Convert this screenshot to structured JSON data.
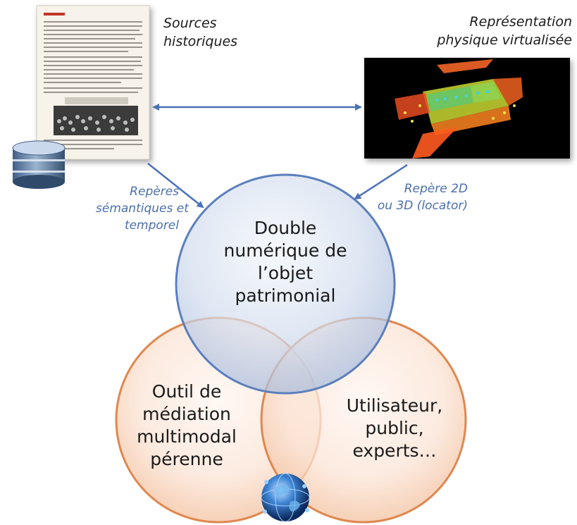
{
  "labels": {
    "sources": [
      "Sources",
      "historiques"
    ],
    "representation": [
      "Représentation",
      "physique virtualisée"
    ],
    "reperes_semantiques": [
      "Repères",
      "sémantiques et",
      "temporel"
    ],
    "repere_2d3d": [
      "Repère 2D",
      "ou 3D (locator)"
    ]
  },
  "circles": {
    "top": [
      "Double",
      "numérique de",
      "l’objet",
      "patrimonial"
    ],
    "left": [
      "Outil de",
      "médiation",
      "multimodal",
      "pérenne"
    ],
    "right": [
      "Utilisateur,",
      "public,",
      "experts…"
    ]
  },
  "icons": {
    "database": "database-icon",
    "globe": "globe-icon",
    "document": "historical-document-thumbnail",
    "pointcloud": "3d-point-cloud-thumbnail"
  },
  "colors": {
    "blue_circle_fill": "#c9d6ea",
    "blue_circle_stroke": "#5b7fbd",
    "orange_circle_fill": "#f8dcc9",
    "orange_circle_stroke": "#e0874f",
    "arrow": "#4a72b8",
    "label_blue": "#4a6fae"
  }
}
